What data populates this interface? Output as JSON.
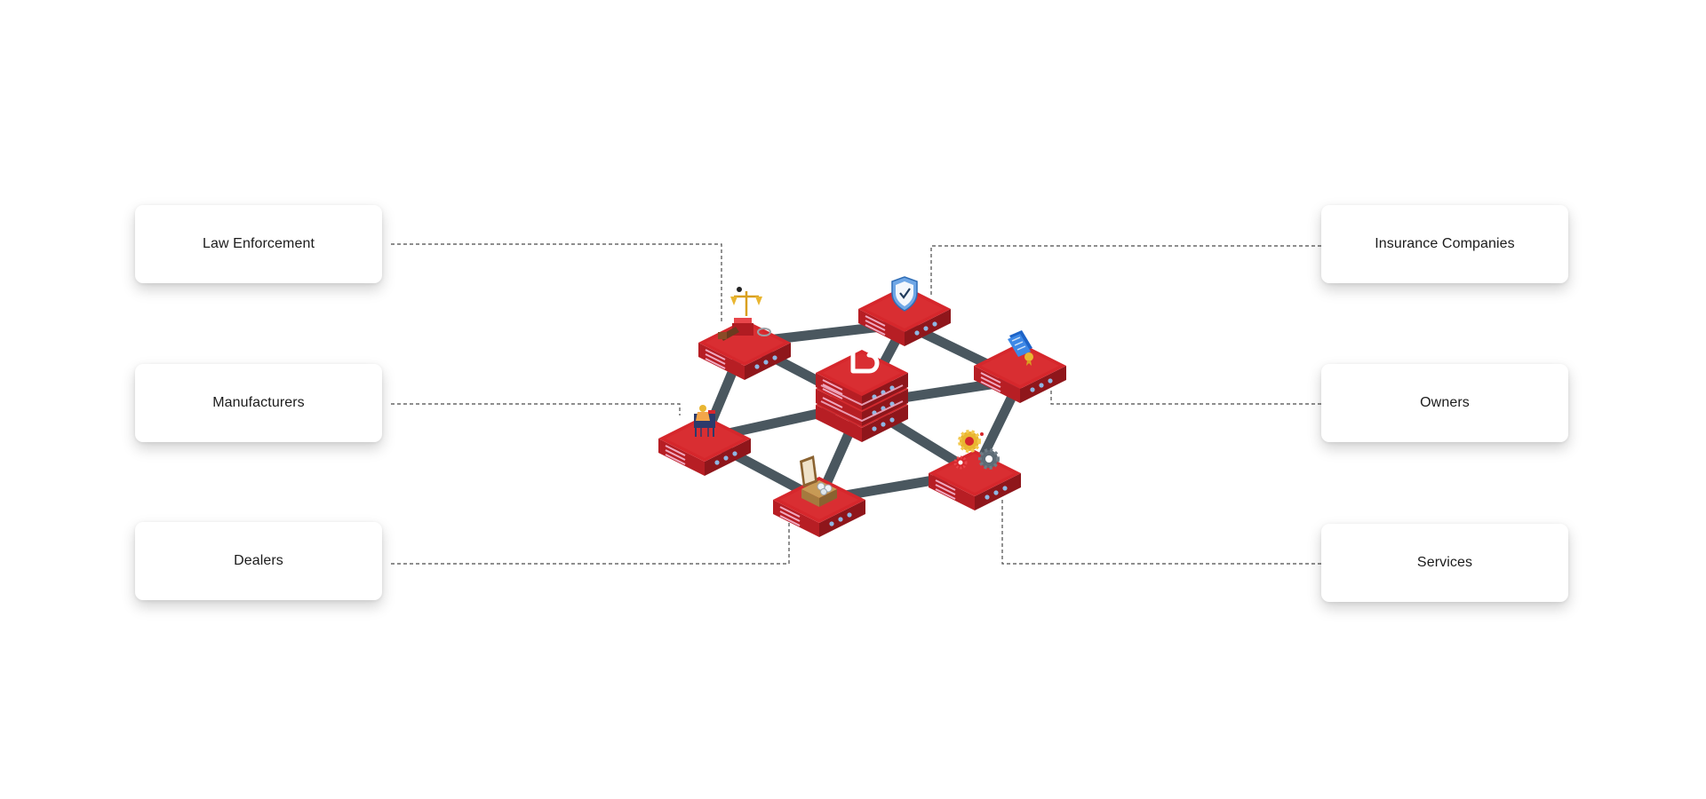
{
  "stakeholders": {
    "law_enforcement": "Law Enforcement",
    "manufacturers": "Manufacturers",
    "dealers": "Dealers",
    "insurance_companies": "Insurance Companies",
    "owners": "Owners",
    "services": "Services"
  },
  "hub": {
    "logo_letter": "B"
  },
  "colors": {
    "node_red": "#d6272c",
    "node_red_dark": "#a81b20",
    "link_gray": "#4a575f",
    "connector": "#4a4a4a",
    "port_blue": "#8fb7e3",
    "stripe_pink": "#f0a9c1"
  },
  "icons": {
    "law_node": "scales-gavel-icon",
    "manufacturers_node": "worker-desk-icon",
    "dealers_node": "showcase-box-icon",
    "insurance_node": "shield-check-icon",
    "owners_node": "certificate-document-icon",
    "services_node": "gears-icon"
  }
}
